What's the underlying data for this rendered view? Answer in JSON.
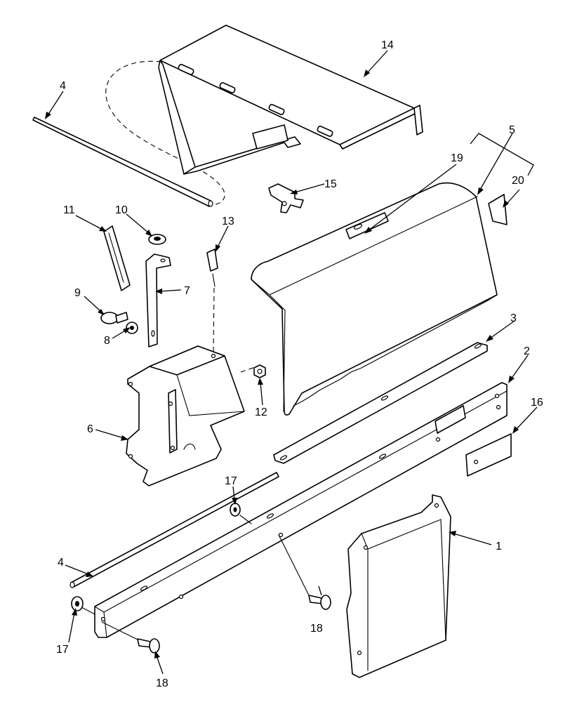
{
  "callouts": [
    {
      "id": "c1",
      "text": "1"
    },
    {
      "id": "c2",
      "text": "2"
    },
    {
      "id": "c3",
      "text": "3"
    },
    {
      "id": "c4a",
      "text": "4"
    },
    {
      "id": "c4b",
      "text": "4"
    },
    {
      "id": "c5",
      "text": "5"
    },
    {
      "id": "c6",
      "text": "6"
    },
    {
      "id": "c7",
      "text": "7"
    },
    {
      "id": "c8",
      "text": "8"
    },
    {
      "id": "c9",
      "text": "9"
    },
    {
      "id": "c10",
      "text": "10"
    },
    {
      "id": "c11",
      "text": "11"
    },
    {
      "id": "c12",
      "text": "12"
    },
    {
      "id": "c13",
      "text": "13"
    },
    {
      "id": "c14",
      "text": "14"
    },
    {
      "id": "c15",
      "text": "15"
    },
    {
      "id": "c16",
      "text": "16"
    },
    {
      "id": "c17a",
      "text": "17"
    },
    {
      "id": "c17b",
      "text": "17"
    },
    {
      "id": "c18a",
      "text": "18"
    },
    {
      "id": "c18b",
      "text": "18"
    },
    {
      "id": "c19",
      "text": "19"
    },
    {
      "id": "c20",
      "text": "20"
    }
  ],
  "colors": {
    "line": "#000000",
    "background": "#ffffff"
  }
}
